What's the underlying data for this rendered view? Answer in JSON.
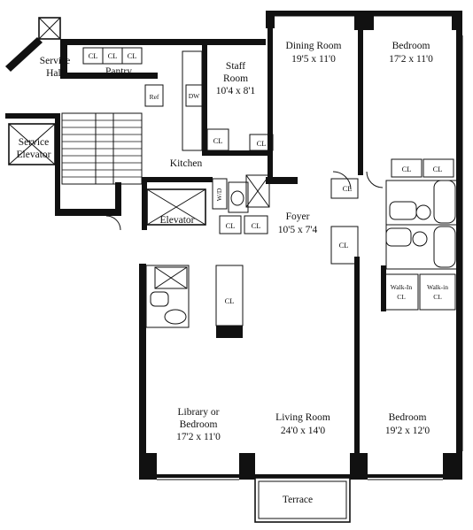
{
  "plan": {
    "rooms": {
      "service_hall": [
        "Service",
        "Hall"
      ],
      "pantry": "Pantry",
      "staff_room": [
        "Staff",
        "Room",
        "10'4 x 8'1"
      ],
      "dining_room": [
        "Dining Room",
        "19'5 x 11'0"
      ],
      "bedroom_ne": [
        "Bedroom",
        "17'2 x 11'0"
      ],
      "kitchen": "Kitchen",
      "service_elevator": [
        "Service",
        "Elevator"
      ],
      "elevator": "Elevator",
      "foyer": [
        "Foyer",
        "10'5 x 7'4"
      ],
      "library": [
        "Library or",
        "Bedroom",
        "17'2 x 11'0"
      ],
      "living_room": [
        "Living Room",
        "24'0 x 14'0"
      ],
      "bedroom_se": [
        "Bedroom",
        "19'2 x 12'0"
      ],
      "terrace": "Terrace"
    },
    "labels": {
      "closet": "CL",
      "walk_in_1": [
        "Walk-In",
        "CL"
      ],
      "walk_in_2": [
        "Walk-in",
        "CL"
      ],
      "fridge": "Ref",
      "dishwasher": "DW",
      "washer_dryer": "W/D"
    }
  }
}
